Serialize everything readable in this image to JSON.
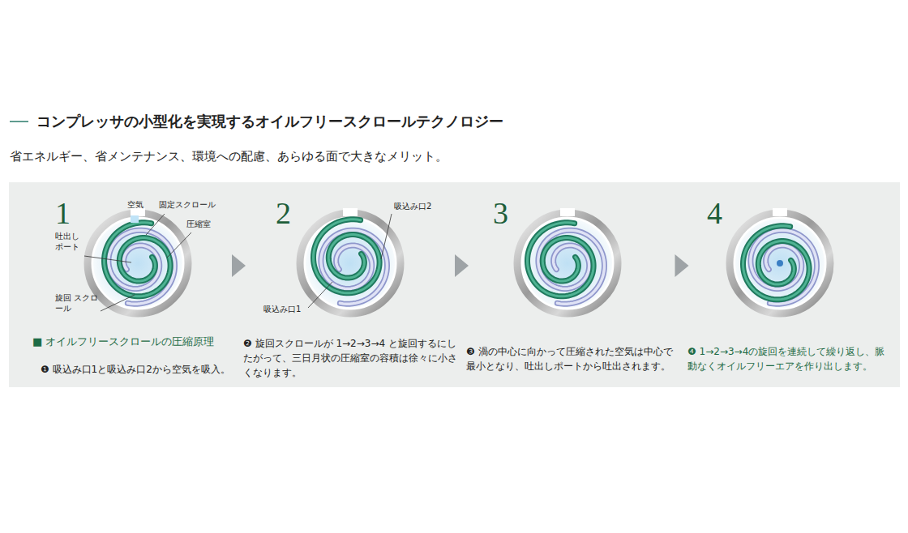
{
  "diagram": {
    "title": "コンプレッサの小型化を実現するオイルフリースクロールテクノロジー",
    "nodes": [
      {
        "text": [
          "1",
          "❶ 吸込み口1と吸込み口2から空気を吸入。"
        ]
      },
      {
        "text": [
          "2",
          "❷ 旋回スクロールが 1→2→3→4 と旋回するにしたがって、三日月状の圧縮室の容積は徐々に小さくなります。"
        ]
      },
      {
        "text": [
          "3",
          "❸ 渦の中心に向かって圧縮された空気は中心で最小となり、吐出しポートから吐出されます。"
        ]
      },
      {
        "text": [
          "4",
          "❹ 1→2→3→4の旋回を連続して繰り返し、脈動なくオイルフリーエアを作り出します。"
        ]
      }
    ],
    "edges": [
      {
        "from": 0,
        "to": 1,
        "arrow": "to"
      },
      {
        "from": 1,
        "to": 2,
        "arrow": "to"
      },
      {
        "from": 2,
        "to": 3,
        "arrow": "to"
      }
    ],
    "labels": [
      "省エネルギー、省メンテナンス、環境への配慮、あらゆる面で大きなメリット。",
      "■ オイルフリースクロールの圧縮原理",
      "空気",
      "固定スクロール",
      "圧縮室",
      "吐出し ポート",
      "旋回 スクロール",
      "吸込み口2",
      "吸込み口1"
    ]
  }
}
